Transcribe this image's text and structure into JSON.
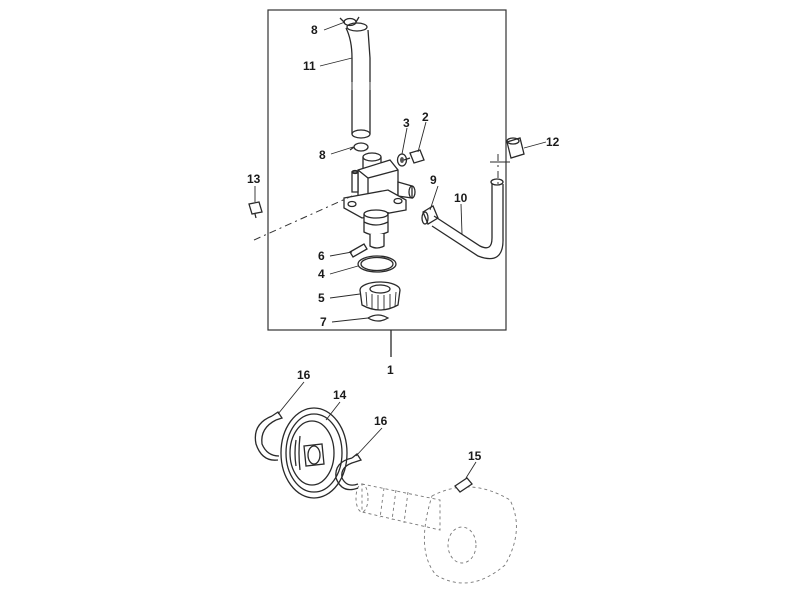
{
  "diagram": {
    "labels": {
      "p1": "1",
      "p2": "2",
      "p3": "3",
      "p4": "4",
      "p5": "5",
      "p6": "6",
      "p7": "7",
      "p8a": "8",
      "p8b": "8",
      "p9": "9",
      "p10": "10",
      "p11": "11",
      "p12": "12",
      "p13": "13",
      "p14": "14",
      "p15": "15",
      "p16a": "16",
      "p16b": "16"
    }
  }
}
